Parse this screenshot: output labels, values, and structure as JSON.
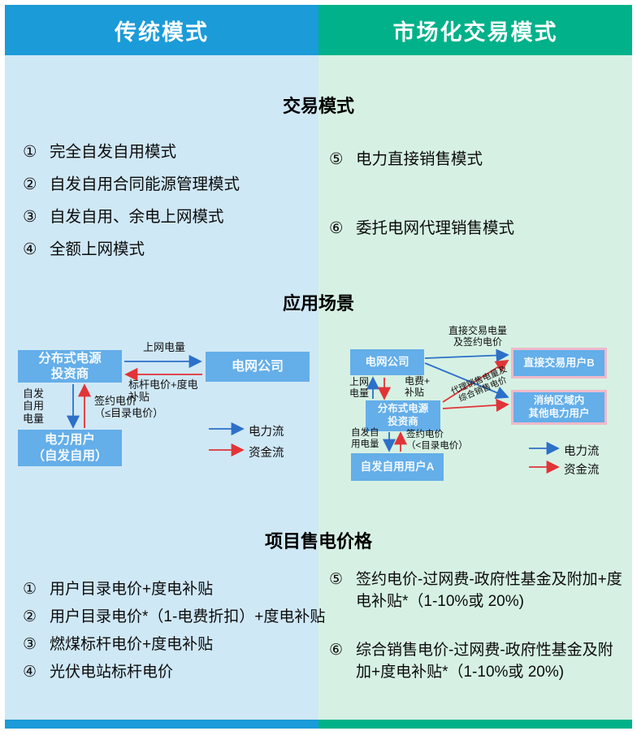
{
  "colors": {
    "traditional_header": "#1b9bd8",
    "market_header": "#00b189",
    "traditional_panel": "#cfe8f6",
    "market_panel": "#d6f1e3",
    "diagram_box": "#64aee9",
    "highlight_box_border": "#efb9ca",
    "power_flow_arrow": "#2c70c8",
    "money_flow_arrow": "#e13438"
  },
  "header": {
    "left_title": "传统模式",
    "right_title": "市场化交易模式"
  },
  "section_titles": {
    "trade": "交易模式",
    "scenario": "应用场景",
    "price": "项目售电价格"
  },
  "trade_modes": {
    "left": [
      {
        "num": "①",
        "text": "完全自发自用模式"
      },
      {
        "num": "②",
        "text": "自发自用合同能源管理模式"
      },
      {
        "num": "③",
        "text": "自发自用、余电上网模式"
      },
      {
        "num": "④",
        "text": "全额上网模式"
      }
    ],
    "right": [
      {
        "num": "⑤",
        "text": "电力直接销售模式"
      },
      {
        "num": "⑥",
        "text": "委托电网代理销售模式"
      }
    ]
  },
  "left_diagram": {
    "boxes": {
      "investor": "分布式电源\n投资商",
      "grid": "电网公司",
      "user": "电力用户\n（自发自用）"
    },
    "labels": {
      "feed_in": "上网电量",
      "tariff": "标杆电价+度电\n补贴",
      "self_use": "自发\n自用\n电量",
      "contract": "签约电价\n（≤目录电价）"
    },
    "legend": {
      "power": "电力流",
      "money": "资金流"
    }
  },
  "right_diagram": {
    "boxes": {
      "grid": "电网公司",
      "direct_user": "直接交易用户B",
      "investor": "分布式电源\n投资商",
      "other_users": "消纳区域内\n其他电力用户",
      "self_user": "自发自用用户A"
    },
    "labels": {
      "direct_trade": "直接交易电量\n及签约电价",
      "feed_in": "上网\n电量",
      "fee_subsidy": "电费+\n补贴",
      "agent_sale": "代理销售电量及\n综合销售电价",
      "self_use": "自发自\n用电量",
      "contract": "签约电价\n（<目录电价）"
    },
    "legend": {
      "power": "电力流",
      "money": "资金流"
    }
  },
  "prices": {
    "left": [
      {
        "num": "①",
        "text": "用户目录电价+度电补贴"
      },
      {
        "num": "②",
        "text": "用户目录电价*（1-电费折扣）+度电补贴"
      },
      {
        "num": "③",
        "text": "燃煤标杆电价+度电补贴"
      },
      {
        "num": "④",
        "text": "光伏电站标杆电价"
      }
    ],
    "right": [
      {
        "num": "⑤",
        "text": "签约电价-过网费-政府性基金及附加+度电补贴*（1-10%或 20%)"
      },
      {
        "num": "⑥",
        "text": "综合销售电价-过网费-政府性基金及附加+度电补贴*（1-10%或 20%)"
      }
    ]
  }
}
